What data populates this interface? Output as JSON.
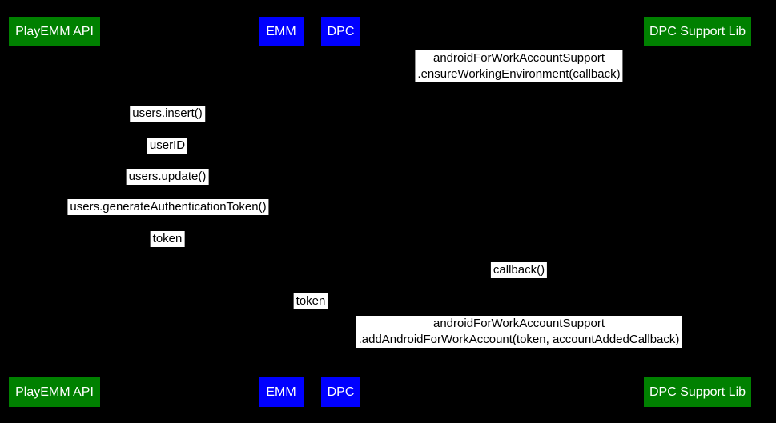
{
  "diagram": {
    "type": "sequence-diagram",
    "colors": {
      "background": "#000000",
      "actor_green": "#008000",
      "actor_blue": "#0000ff",
      "actor_text": "#ffffff",
      "message_label_bg": "#ffffff",
      "message_label_text": "#000000"
    },
    "actors": [
      {
        "label": "PlayEMM API",
        "color": "green"
      },
      {
        "label": "EMM",
        "color": "blue"
      },
      {
        "label": "DPC",
        "color": "blue"
      },
      {
        "label": "DPC Support Lib",
        "color": "green"
      }
    ],
    "messages": [
      {
        "lines": [
          "androidForWorkAccountSupport",
          ".ensureWorkingEnvironment(callback)"
        ],
        "between": [
          "DPC",
          "DPC Support Lib"
        ]
      },
      {
        "lines": [
          "users.insert()"
        ],
        "between": [
          "PlayEMM API",
          "EMM"
        ]
      },
      {
        "lines": [
          "userID"
        ],
        "between": [
          "PlayEMM API",
          "EMM"
        ]
      },
      {
        "lines": [
          "users.update()"
        ],
        "between": [
          "PlayEMM API",
          "EMM"
        ]
      },
      {
        "lines": [
          "users.generateAuthenticationToken()"
        ],
        "between": [
          "PlayEMM API",
          "EMM"
        ]
      },
      {
        "lines": [
          "token"
        ],
        "between": [
          "PlayEMM API",
          "EMM"
        ]
      },
      {
        "lines": [
          "callback()"
        ],
        "between": [
          "DPC",
          "DPC Support Lib"
        ]
      },
      {
        "lines": [
          "token"
        ],
        "between": [
          "EMM",
          "DPC"
        ]
      },
      {
        "lines": [
          "androidForWorkAccountSupport",
          ".addAndroidForWorkAccount(token, accountAddedCallback)"
        ],
        "between": [
          "DPC",
          "DPC Support Lib"
        ]
      }
    ]
  }
}
